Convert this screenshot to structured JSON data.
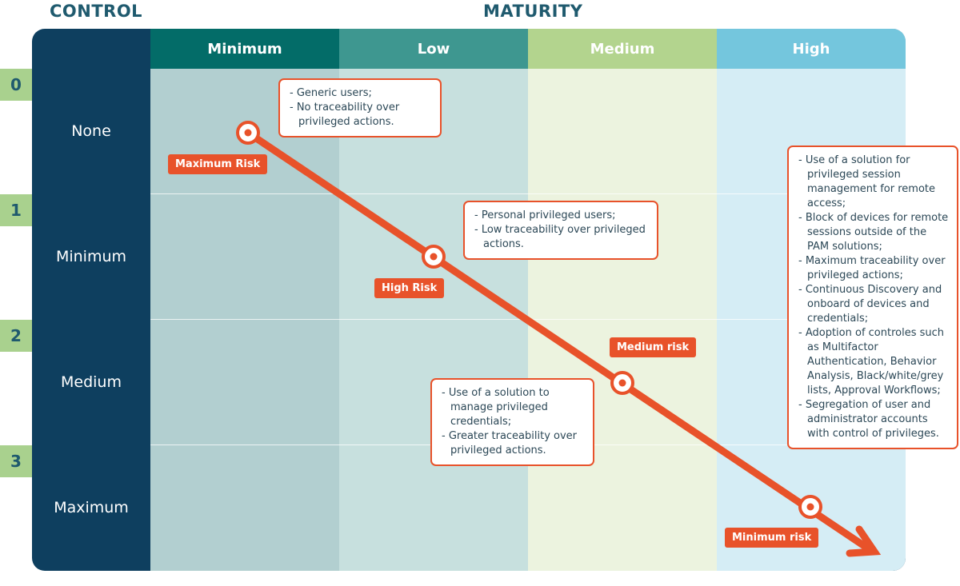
{
  "axes": {
    "control_title": "CONTROL",
    "maturity_title": "MATURITY"
  },
  "columns": [
    {
      "label": "Minimum",
      "head_color": "#036c68",
      "bg_color": "#b2cfd0"
    },
    {
      "label": "Low",
      "head_color": "#3e9790",
      "bg_color": "#c7e0de"
    },
    {
      "label": "Medium",
      "head_color": "#b3d48e",
      "bg_color": "#ecf3df"
    },
    {
      "label": "High",
      "head_color": "#74c6dd",
      "bg_color": "#d5edf5"
    }
  ],
  "rows": [
    {
      "number": "0",
      "label": "None"
    },
    {
      "number": "1",
      "label": "Minimum"
    },
    {
      "number": "2",
      "label": "Medium"
    },
    {
      "number": "3",
      "label": "Maximum"
    }
  ],
  "risk_tags": {
    "maximum": "Maximum Risk",
    "high": "High Risk",
    "medium": "Medium risk",
    "minimum": "Minimum risk"
  },
  "notes": {
    "note_0": [
      "Generic users;",
      "No traceability over privileged actions."
    ],
    "note_1": [
      "Personal privileged users;",
      "Low traceability over privileged actions."
    ],
    "note_2": [
      "Use of a solution to manage privileged credentials;",
      "Greater traceability over privileged actions."
    ],
    "note_3": [
      "Use of a solution for privileged session management for remote access;",
      "Block of devices for remote sessions outside of the PAM solutions;",
      "Maximum traceability over privileged actions;",
      "Continuous Discovery and onboard of devices and credentials;",
      "Adoption of controles such as Multifactor Authentication, Behavior Analysis, Black/white/grey lists, Approval Workflows;",
      "Segregation of user and administrator accounts with control of privileges."
    ]
  },
  "colors": {
    "arrow": "#e8522a",
    "control_column": "#0e3f5f",
    "row_number_bg": "#a9d18e"
  }
}
